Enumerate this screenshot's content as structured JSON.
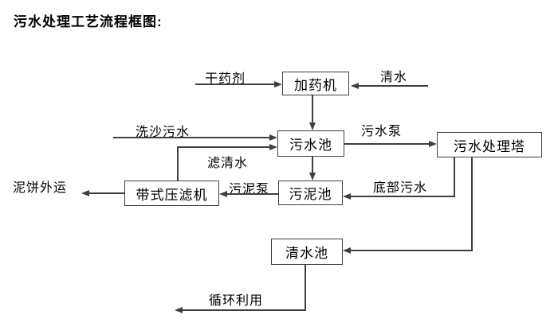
{
  "title": "污水处理工艺流程框图:",
  "nodes": {
    "dosing_machine": "加药机",
    "sewage_pool": "污水池",
    "treatment_tower": "污水处理塔",
    "sludge_pool": "污泥池",
    "belt_filter_press": "带式压滤机",
    "clean_water_pool": "清水池"
  },
  "flow_labels": {
    "dry_agent": "干药剂",
    "clean_water": "清水",
    "sand_washing_sewage": "洗沙污水",
    "sewage_pump": "污水泵",
    "filtered_water": "滤清水",
    "sludge_pump": "污泥泵",
    "bottom_sewage": "底部污水",
    "mud_cake_out": "泥饼外运",
    "recycle_use": "循环利用"
  },
  "colors": {
    "line": "#3f3f3f",
    "text": "#000000",
    "background": "#ffffff"
  }
}
